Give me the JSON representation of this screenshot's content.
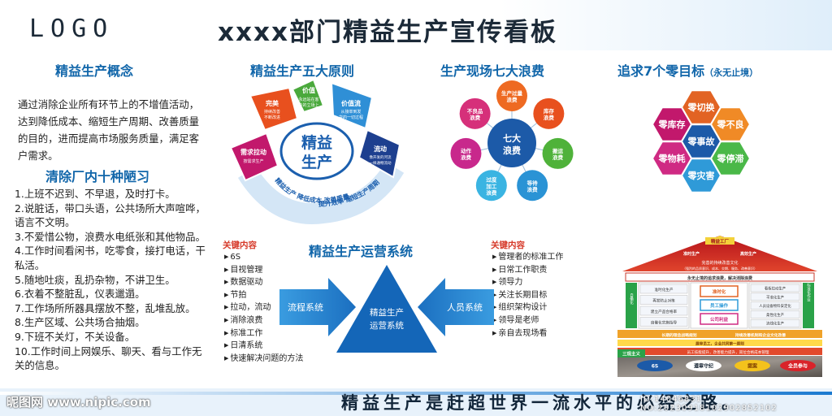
{
  "header": {
    "logo": "LOGO",
    "title": "xxxx部门精益生产宣传看板"
  },
  "concept": {
    "title": "精益生产概念",
    "text": "通过消除企业所有环节上的不增值活动，达到降低成本、缩短生产周期、改善质量的目的，进而提高市场服务质量，满足客户需求。"
  },
  "wastes": {
    "title": "清除厂内十种陋习",
    "items": [
      "1.上班不迟到、不早退，及时打卡。",
      "2.说脏话，带口头语，公共场所大声喧哗，语言不文明。",
      "3.不爱惜公物，浪费水电纸张和其他物品。",
      "4.工作时间看闲书，吃零食，接打电话，干私活。",
      "5.随地吐痰，乱扔杂物，不讲卫生。",
      "6.衣着不整脏乱，仪表邋遢。",
      "7.工作场所所器具摆放不整，乱堆乱放。",
      "8.生产区域、公共场合抽烟。",
      "9.下班不关灯，不关设备。",
      "10.工作时间上网娱乐、聊天、看与工作无关的信息。"
    ]
  },
  "principles": {
    "title": "精益生产五大原则",
    "center1": "精益",
    "center2": "生产",
    "segments": [
      {
        "title": "价值",
        "sub1": "永远站在客",
        "sub2": "户的立场上"
      },
      {
        "title": "价值流",
        "sub1": "从接单到发",
        "sub2": "货的一切过程"
      },
      {
        "title": "流动",
        "sub1": "像开发的河流",
        "sub2": "一样通畅流动"
      },
      {
        "title": "需求拉动",
        "sub1": "按需求生产",
        "sub2": ""
      },
      {
        "title": "完美",
        "sub1": "持续改善",
        "sub2": "不断改进"
      }
    ],
    "arc_left": "精益生产 降低成本 改善质量",
    "arc_right": "提升效率 缩短生产周期"
  },
  "seven_wastes": {
    "title": "生产现场七大浪费",
    "center1": "七大",
    "center2": "浪费",
    "items": [
      {
        "l1": "生产过量",
        "l2": "浪费",
        "l3": ""
      },
      {
        "l1": "库存",
        "l2": "浪费",
        "l3": ""
      },
      {
        "l1": "搬运",
        "l2": "浪费",
        "l3": ""
      },
      {
        "l1": "等待",
        "l2": "浪费",
        "l3": ""
      },
      {
        "l1": "过度",
        "l2": "加工",
        "l3": "浪费"
      },
      {
        "l1": "动作",
        "l2": "浪费",
        "l3": ""
      },
      {
        "l1": "不良品",
        "l2": "浪费",
        "l3": ""
      }
    ],
    "colors": [
      "#ee6a22",
      "#e8501e",
      "#4fb23a",
      "#2a93d5",
      "#3ab4e2",
      "#c8288c",
      "#d6307a"
    ]
  },
  "zero_goals": {
    "title": "追求7个零目标",
    "note": "（永无止境）",
    "items": [
      "零切换",
      "零不良",
      "零停滞",
      "零灾害",
      "零物耗",
      "零库存",
      "零事故"
    ],
    "colors": [
      "#e26323",
      "#f08a26",
      "#4ab848",
      "#2f9ad8",
      "#cf2a83",
      "#c2186c",
      "#1c5aa8"
    ]
  },
  "operating_system": {
    "title": "精益生产运营系统",
    "triangle1": "精益生产",
    "triangle2": "运营系统",
    "left_arrow": "流程系统",
    "right_arrow": "人员系统",
    "left_key_title": "关键内容",
    "left_items": [
      "6S",
      "目视管理",
      "数据驱动",
      "节拍",
      "拉动，流动",
      "消除浪费",
      "标准工作",
      "日清系统",
      "快速解决问题的方法"
    ],
    "right_key_title": "关键内容",
    "right_items": [
      "管理者的标准工作",
      "日常工作职责",
      "领导力",
      "关注长期目标",
      "组织架构设计",
      "领导是老师",
      "亲自去现场看"
    ]
  },
  "house": {
    "roof_top": "精益工厂",
    "roof_l": "准时生产",
    "roof_r": "高效生产",
    "beam1": "完善的持续改善文化",
    "beam1_sub": "（强烈的品质意识、成本、交期、服务、改善意识）",
    "beam2": "永无止境的追求浪费，解决消除浪费",
    "pillar_l": "自働化",
    "pillar_r": "标准化作业",
    "left_items": [
      "准时化生产",
      "再发防止对策",
      "建立产品合格率",
      "自働化实施指导"
    ],
    "center_items": [
      "准时化",
      "员工操作",
      "公司利益"
    ],
    "right_items": [
      "看板拉动生产",
      "平准化生产",
      "人员设备物料安定化",
      "柔性化生产",
      "流线化生产"
    ],
    "base1": "长期的理念战略规划",
    "base1_b": "持续改善机制和企业文化改善",
    "base2": "展审员工，企业共同第一原则",
    "base3": "员工技能提升，改善能力提升，岗位合格成本管理",
    "found_l": "三现主义",
    "found_items": [
      "6S",
      "遵章守纪",
      "提案",
      "全员参与"
    ]
  },
  "footer": {
    "slogan": "精益生产是赶超世界一流水平的必经之路。",
    "watermark": "昵图网 www.nipic.com",
    "watermark_id": "ID:14046831 NO:20230918102902852102"
  }
}
